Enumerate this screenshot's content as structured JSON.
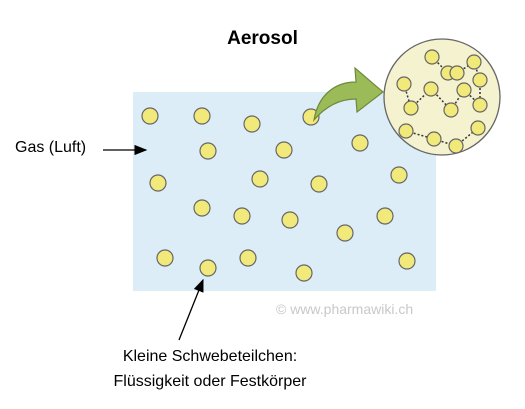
{
  "title": "Aerosol",
  "gas_label": "Gas (Luft)",
  "particle_label_line1": "Kleine Schwebeteilchen:",
  "particle_label_line2": "Flüssigkeit oder Festkörper",
  "watermark": "© www.pharmawiki.ch",
  "colors": {
    "gas_box": "#dcedf8",
    "particle_fill": "#f1ea7a",
    "particle_stroke": "#666666",
    "zoom_circle_fill": "#f5f2d0",
    "arrow_fill": "#9bbb59",
    "arrow_stroke": "#6d8a3a"
  }
}
